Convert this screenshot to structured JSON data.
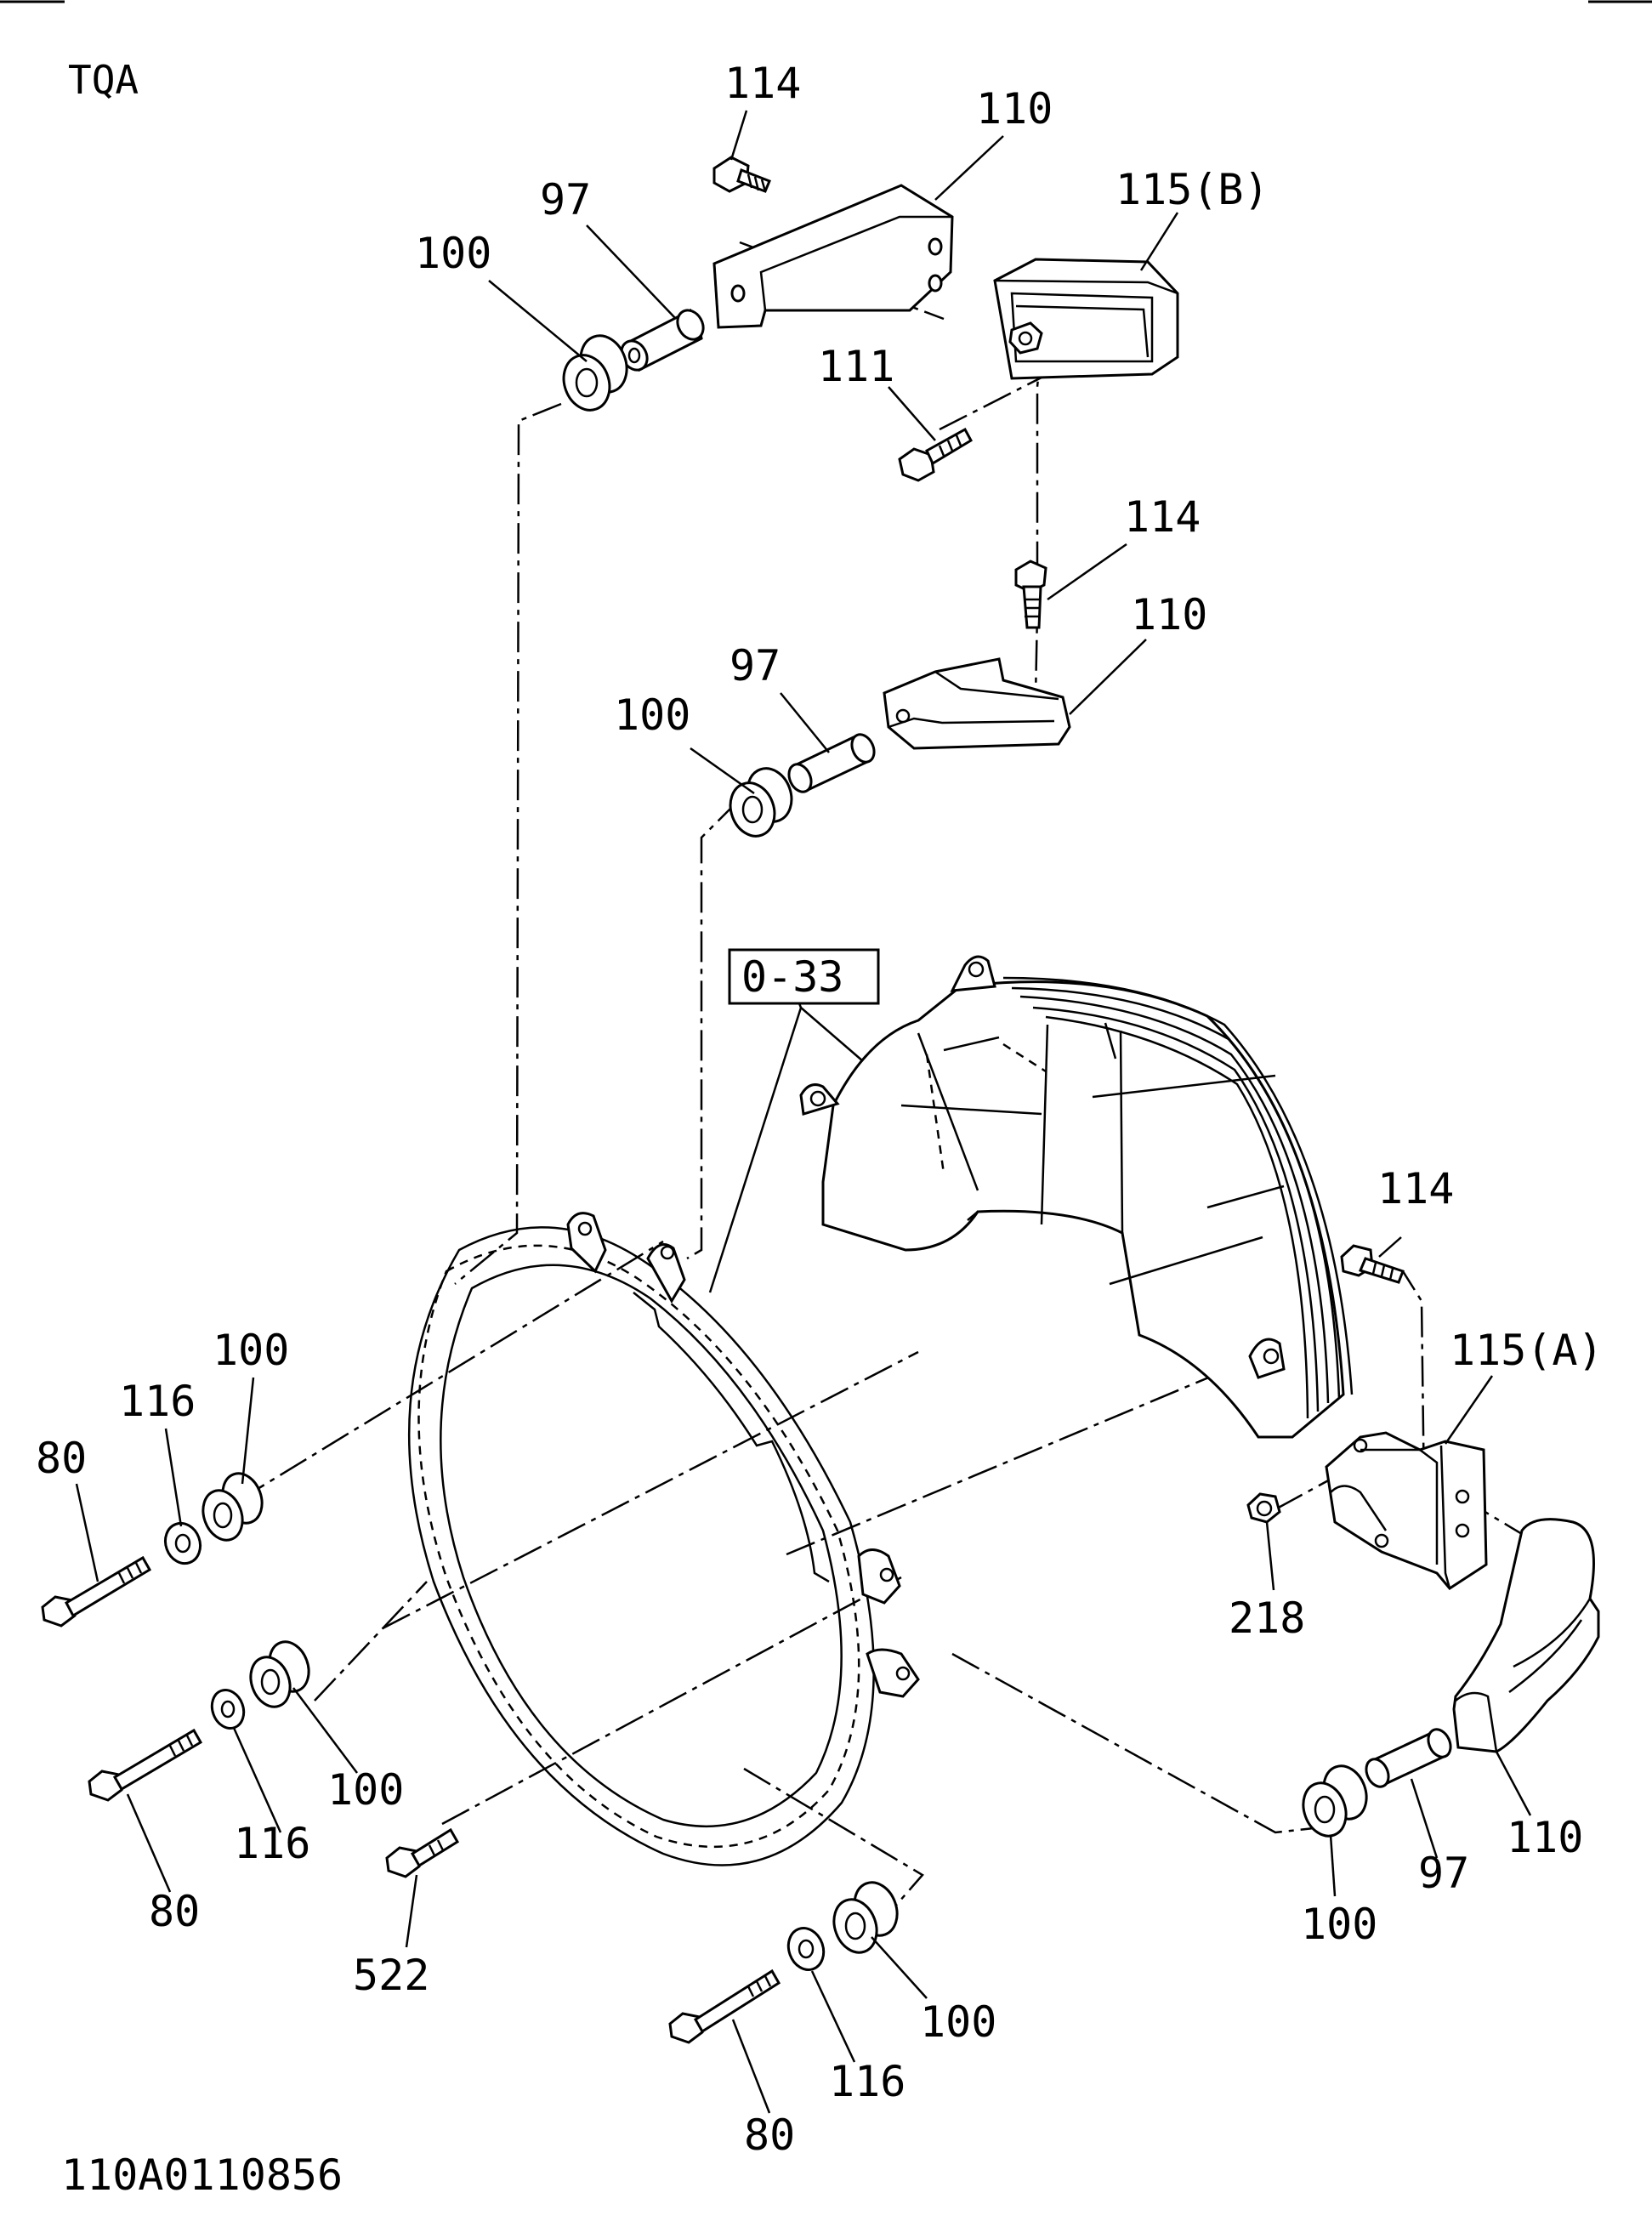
{
  "header": {
    "model_code": "TQA"
  },
  "footer": {
    "drawing_number": "110A0110856"
  },
  "callouts": {
    "bolt_114_top": "114",
    "bracket_110_top": "110",
    "cover_115b": "115(B)",
    "collar_97_top": "97",
    "bushing_100_top": "100",
    "bolt_111": "111",
    "bolt_114_mid": "114",
    "bracket_110_mid": "110",
    "collar_97_mid": "97",
    "bushing_100_mid": "100",
    "reference_box": "0-33",
    "bolt_114_right": "114",
    "bracket_115a": "115(A)",
    "bushing_100_left": "100",
    "washer_116_left": "116",
    "bolt_80_left": "80",
    "nut_218": "218",
    "bushing_100_lower": "100",
    "washer_116_lower": "116",
    "bolt_80_lower": "80",
    "bolt_522": "522",
    "bracket_110_right": "110",
    "collar_97_right": "97",
    "bushing_100_right": "100",
    "bushing_100_bottom": "100",
    "washer_116_bottom": "116",
    "bolt_80_bottom": "80"
  }
}
